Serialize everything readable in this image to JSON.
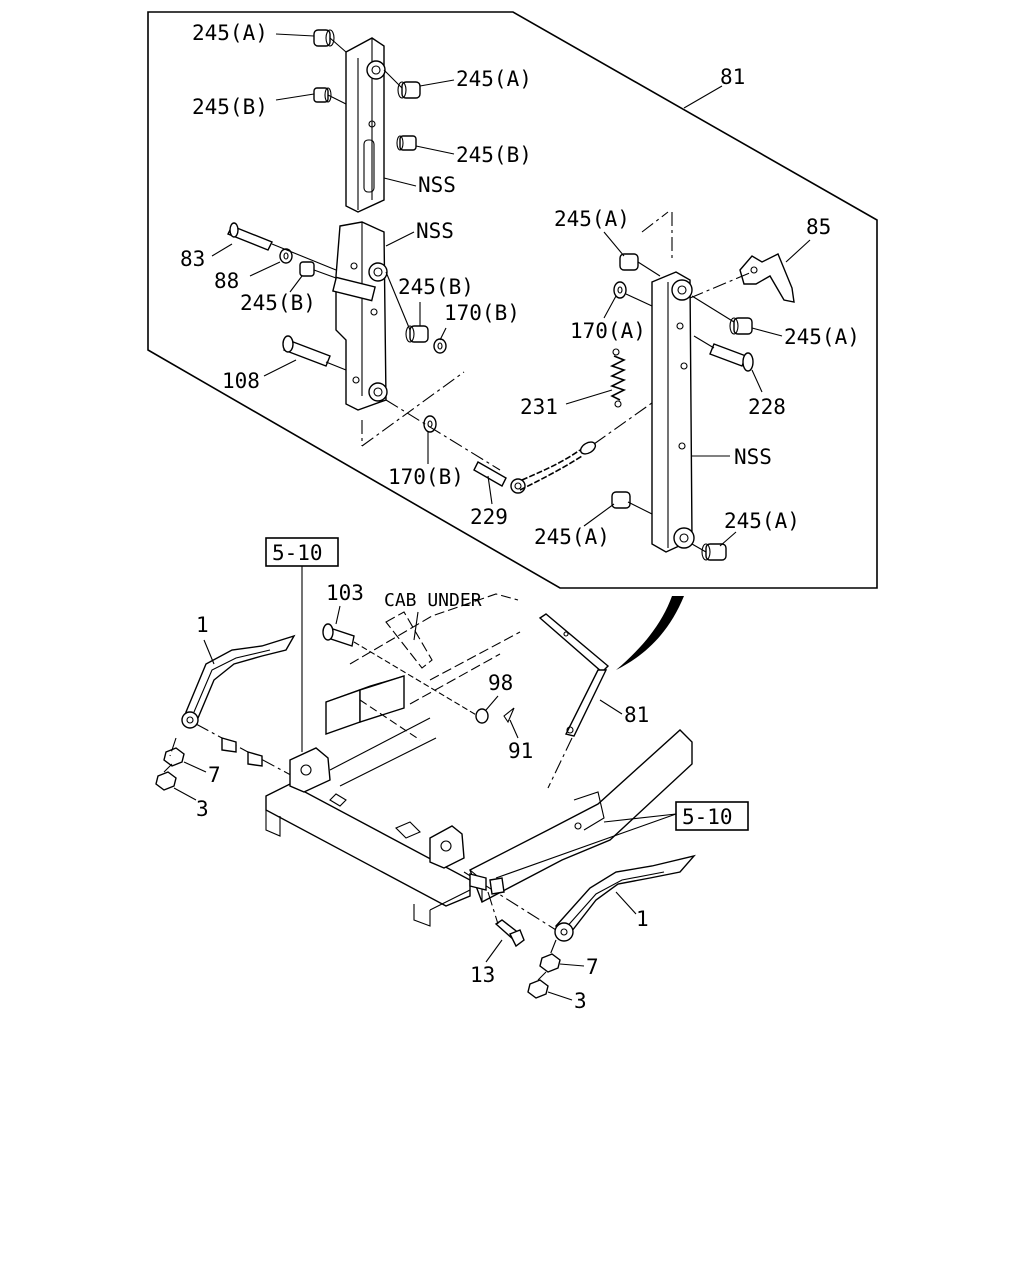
{
  "diagram": {
    "inset_labels": {
      "tl_245a": "245(A)",
      "tl_245b": "245(B)",
      "tr_245a": "245(A)",
      "tr_245b": "245(B)",
      "nss_top": "NSS",
      "nss_mid": "NSS",
      "ref_81": "81",
      "ref_83": "83",
      "ref_88": "88",
      "mid_245b_left": "245(B)",
      "mid_245b_right": "245(B)",
      "mid_170b": "170(B)",
      "ref_108": "108",
      "bot_170b": "170(B)",
      "ref_229": "229",
      "r_245a_top": "245(A)",
      "ref_85": "85",
      "r_170a": "170(A)",
      "r_245a_side": "245(A)",
      "ref_231": "231",
      "ref_228": "228",
      "nss_right": "NSS",
      "r_245a_botleft": "245(A)",
      "r_245a_botright": "245(A)"
    },
    "main_labels": {
      "box_510_top": "5-10",
      "ref_103": "103",
      "cab_under": "CAB UNDER",
      "ref_1_left": "1",
      "ref_98": "98",
      "ref_91": "91",
      "ref_81_main": "81",
      "ref_7_left": "7",
      "ref_3_left": "3",
      "box_510_right": "5-10",
      "ref_1_right": "1",
      "ref_13": "13",
      "ref_7_right": "7",
      "ref_3_right": "3"
    }
  }
}
